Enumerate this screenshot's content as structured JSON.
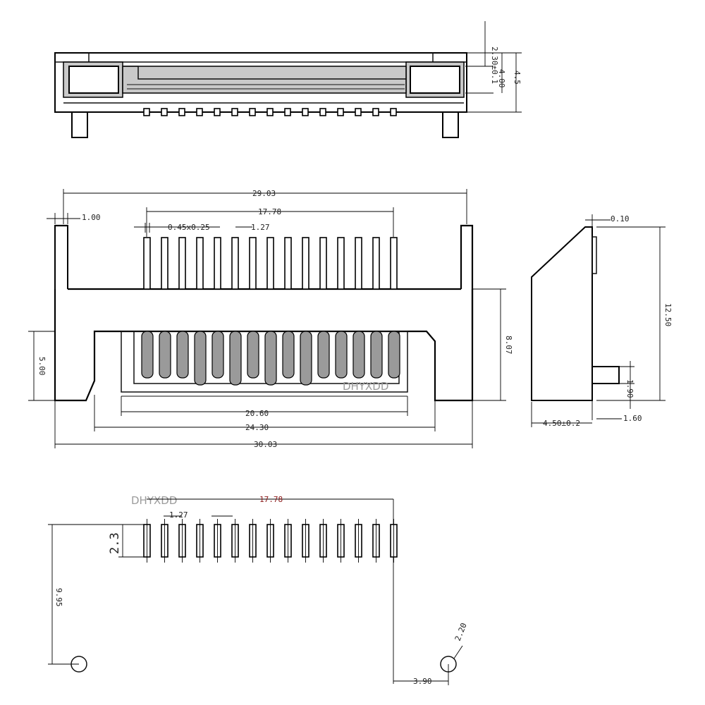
{
  "top_view": {
    "dim_height_small": "2.30±0.1",
    "dim_height_a": "4.00",
    "dim_height_b": "4.5",
    "pin_count": 15
  },
  "front_view": {
    "dim_overall_top": "29.03",
    "dim_pin_span": "17.78",
    "dim_edge": "1.00",
    "dim_pin_size": "0.45x0.25",
    "dim_pitch": "1.27",
    "dim_height_left": "5.00",
    "dim_height_right": "8.07",
    "dim_inner_1": "20.60",
    "dim_inner_2": "24.30",
    "dim_overall_bottom": "30.03",
    "watermark": "DHYXDD",
    "pin_count": 15
  },
  "side_view": {
    "dim_top": "0.10",
    "dim_height": "12.50",
    "dim_peg": "1.90",
    "dim_peg_width": "1.60",
    "dim_depth": "4.50±0.2"
  },
  "footprint": {
    "watermark": "DHYXDD",
    "dim_span": "17.78",
    "dim_pitch": "1.27",
    "dim_pad_length": "2.3",
    "dim_vertical": "9.95",
    "dim_hole": "2.20",
    "dim_offset": "3.90",
    "pad_count": 15
  }
}
